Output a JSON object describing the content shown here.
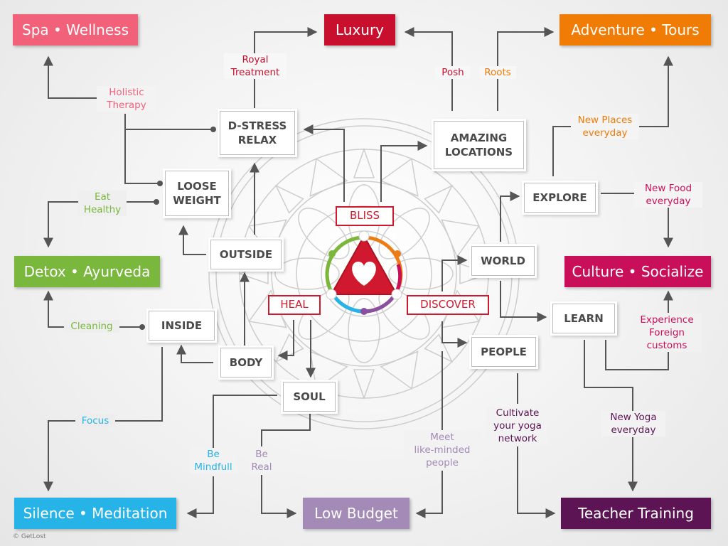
{
  "categories": {
    "spa": {
      "label": "Spa • Wellness",
      "color": "#f2617a"
    },
    "luxury": {
      "label": "Luxury",
      "color": "#c8102e"
    },
    "adventure": {
      "label": "Adventure • Tours",
      "color": "#f07b05"
    },
    "detox": {
      "label": "Detox • Ayurveda",
      "color": "#79b83d"
    },
    "culture": {
      "label": "Culture • Socialize",
      "color": "#c90f5a"
    },
    "silence": {
      "label": "Silence • Meditation",
      "color": "#25b3e8"
    },
    "budget": {
      "label": "Low Budget",
      "color": "#a48ab6"
    },
    "teacher": {
      "label": "Teacher Training",
      "color": "#5c1454"
    }
  },
  "nodes": {
    "dstress": "D-STRESS\nRELAX",
    "amazing": "AMAZING\nLOCATIONS",
    "loose": "LOOSE\nWEIGHT",
    "explore": "EXPLORE",
    "outside": "OUTSIDE",
    "world": "WORLD",
    "inside": "INSIDE",
    "learn": "LEARN",
    "body": "BODY",
    "people": "PEOPLE",
    "soul": "SOUL"
  },
  "center": {
    "bliss": "BLISS",
    "heal": "HEAL",
    "discover": "DISCOVER"
  },
  "labels": {
    "royal": {
      "text": "Royal\nTreatment",
      "color": "#c8102e"
    },
    "posh": {
      "text": "Posh",
      "color": "#c8102e"
    },
    "roots": {
      "text": "Roots",
      "color": "#f07b05"
    },
    "holistic": {
      "text": "Holistic\nTherapy",
      "color": "#f2617a"
    },
    "newplaces": {
      "text": "New Places\neveryday",
      "color": "#f07b05"
    },
    "eat": {
      "text": "Eat\nHealthy",
      "color": "#79b83d"
    },
    "newfood": {
      "text": "New Food\neveryday",
      "color": "#c90f5a"
    },
    "cleaning": {
      "text": "Cleaning",
      "color": "#79b83d"
    },
    "experience": {
      "text": "Experience\nForeign\ncustoms",
      "color": "#c90f5a"
    },
    "focus": {
      "text": "Focus",
      "color": "#25b3e8"
    },
    "cultivate": {
      "text": "Cultivate\nyour yoga\nnetwork",
      "color": "#5c1454"
    },
    "newyoga": {
      "text": "New Yoga\neveryday",
      "color": "#5c1454"
    },
    "meet": {
      "text": "Meet\nlike-minded\npeople",
      "color": "#a48ab6"
    },
    "mindfull": {
      "text": "Be\nMindfull",
      "color": "#25b3e8"
    },
    "real": {
      "text": "Be\nReal",
      "color": "#a48ab6"
    }
  },
  "copyright": "© GetLost",
  "icons": {
    "center": "heart-triangle-icon",
    "background": "mandala-icon"
  }
}
